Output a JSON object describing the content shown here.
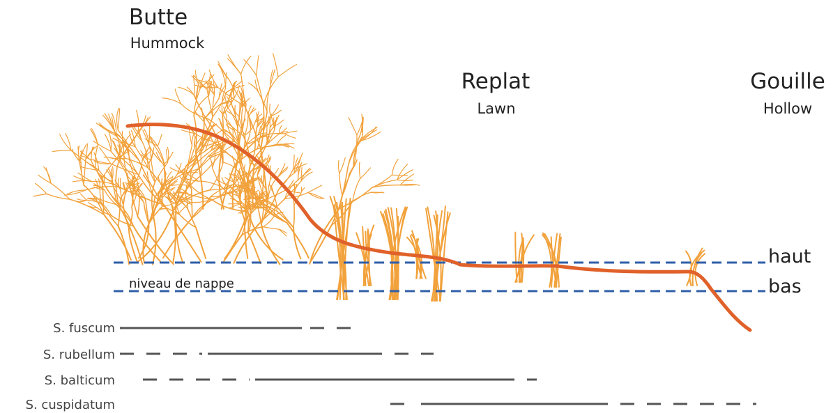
{
  "zones": [
    {
      "name": "Butte",
      "subtitle": "Hummock"
    },
    {
      "name": "Replat",
      "subtitle": "Lawn"
    },
    {
      "name": "Gouille",
      "subtitle": "Hollow"
    }
  ],
  "water_table": {
    "label": "niveau de nappe",
    "high_label": "haut",
    "low_label": "bas"
  },
  "species": [
    {
      "name": "S. fuscum"
    },
    {
      "name": "S. rubellum"
    },
    {
      "name": "S. balticum"
    },
    {
      "name": "S. cuspidatum"
    }
  ],
  "colors": {
    "profile_line": "#e0612a",
    "moss": "#f2a23c",
    "water_line": "#2f5fa8",
    "range_line": "#555555"
  }
}
